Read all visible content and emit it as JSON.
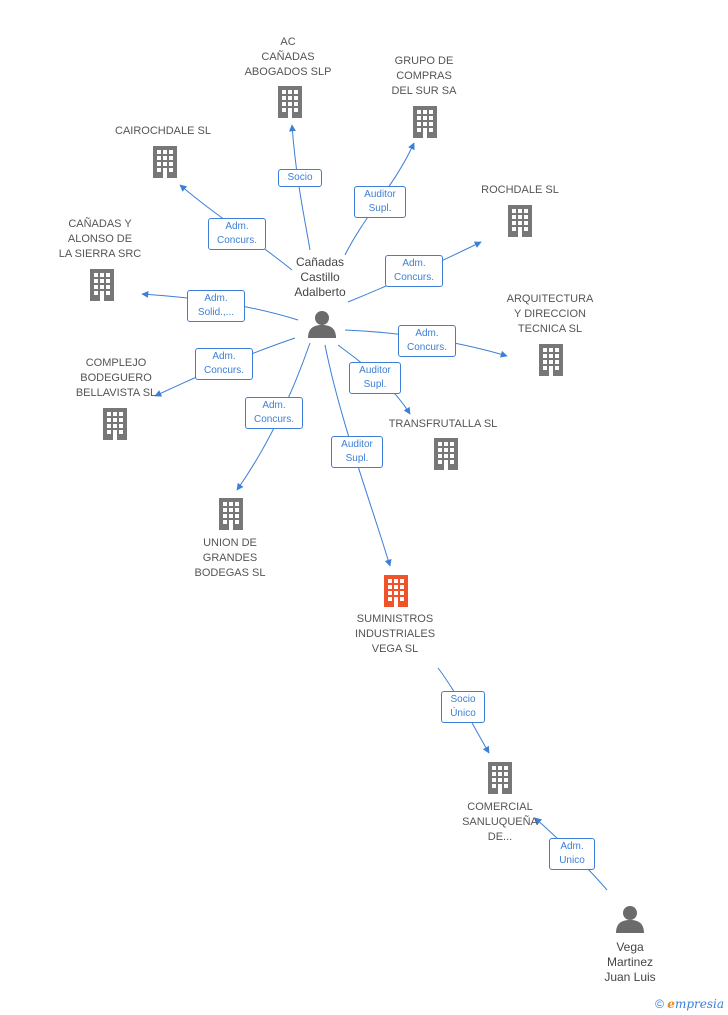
{
  "colors": {
    "edge": "#3d7fd6",
    "company": "#777777",
    "highlight": "#f0532a",
    "person": "#6b6b6b"
  },
  "nodes": {
    "ac_canadas": {
      "label": "AC\nCAÑADAS\nABOGADOS SLP",
      "icon": "building-icon"
    },
    "grupo_compras": {
      "label": "GRUPO DE\nCOMPRAS\nDEL SUR SA",
      "icon": "building-icon"
    },
    "cairochdale": {
      "label": "CAIROCHDALE SL",
      "icon": "building-icon"
    },
    "rochdale": {
      "label": "ROCHDALE SL",
      "icon": "building-icon"
    },
    "canadas_alonso": {
      "label": "CAÑADAS Y\nALONSO DE\nLA SIERRA SRC",
      "icon": "building-icon"
    },
    "arquitectura": {
      "label": "ARQUITECTURA\nY DIRECCION\nTECNICA SL",
      "icon": "building-icon"
    },
    "complejo": {
      "label": "COMPLEJO\nBODEGUERO\nBELLAVISTA SL",
      "icon": "building-icon"
    },
    "transfrutalla": {
      "label": "TRANSFRUTALLA SL",
      "icon": "building-icon"
    },
    "union": {
      "label": "UNION DE\nGRANDES\nBODEGAS SL",
      "icon": "building-icon"
    },
    "suministros": {
      "label": "SUMINISTROS\nINDUSTRIALES\nVEGA SL",
      "icon": "building-icon"
    },
    "comercial": {
      "label": "COMERCIAL\nSANLUQUEÑA\nDE...",
      "icon": "building-icon"
    },
    "canadas_person": {
      "label": "Cañadas\nCastillo\nAdalberto",
      "icon": "person-icon"
    },
    "vega_person": {
      "label": "Vega\nMartinez\nJuan Luis",
      "icon": "person-icon"
    }
  },
  "edges": {
    "socio": "Socio",
    "auditor_grupo": "Auditor\nSupl.",
    "adm_cairochdale": "Adm.\nConcurs.",
    "adm_rochdale": "Adm.\nConcurs.",
    "adm_solid": "Adm.\nSolid.,...",
    "adm_arquitectura": "Adm.\nConcurs.",
    "adm_complejo": "Adm.\nConcurs.",
    "auditor_transfrutalla": "Auditor\nSupl.",
    "adm_union": "Adm.\nConcurs.",
    "auditor_suministros": "Auditor\nSupl.",
    "socio_unico": "Socio\nÚnico",
    "adm_unico": "Adm.\nUnico"
  },
  "footer": {
    "copyright": "©",
    "brand_first": "e",
    "brand_rest": "mpresia"
  }
}
